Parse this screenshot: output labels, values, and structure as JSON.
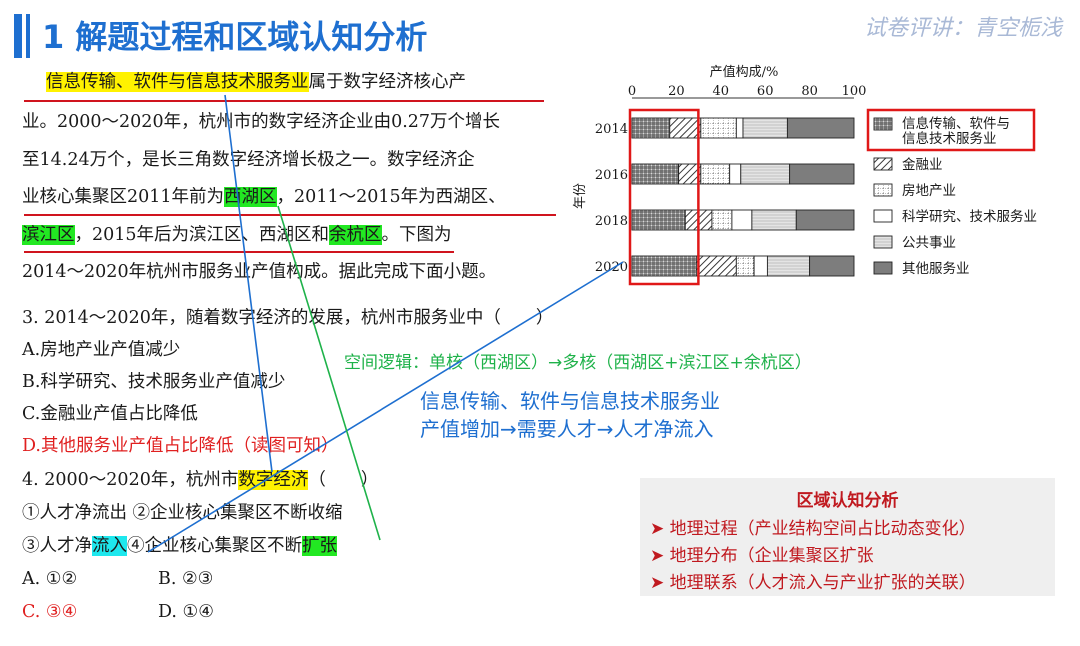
{
  "header": {
    "title": "1 解题过程和区域认知分析",
    "watermark": "试卷评讲：青空栀浅"
  },
  "passage": {
    "l1_hl": "信息传输、软件与信息技术服务业",
    "l1_rest": "属于数字经济核心产",
    "l2": "业。2000～2020年，杭州市的数字经济企业由0.27万个增长",
    "l3": "至14.24万个，是长三角数字经济增长极之一。数字经济企",
    "l4_a": "业核心集聚区2011年前为",
    "l4_hl": "西湖区",
    "l4_b": "，2011～2015年为西湖区、",
    "l5_hl1": "滨江区",
    "l5_a": "，2015年后为滨江区、西湖区和",
    "l5_hl2": "余杭区",
    "l5_b": "。下图为",
    "l6": "2014～2020年杭州市服务业产值构成。据此完成下面小题。"
  },
  "q3": {
    "stem": "3. 2014～2020年，随着数字经济的发展，杭州市服务业中（　　）",
    "a": "A.房地产业产值减少",
    "b": "B.科学研究、技术服务业产值减少",
    "c": "C.金融业产值占比降低",
    "d": "D.其他服务业产值占比降低（读图可知）"
  },
  "q4": {
    "stem_a": "4. 2000～2020年，杭州市",
    "stem_hl": "数字经济",
    "stem_b": "（　　）",
    "opt1": "①人才净流出 ②企业核心集聚区不断收缩",
    "opt2_a": "③人才净",
    "opt2_hl1": "流入",
    "opt2_b": "④企业核心集聚区不断",
    "opt2_hl2": "扩张",
    "ans_a": "A. ①②",
    "ans_b": "B. ②③",
    "ans_c": "C. ③④",
    "ans_d": "D. ①④"
  },
  "notes": {
    "spatial": "空间逻辑：单核（西湖区）→多核（西湖区+滨江区+余杭区）",
    "chain1": "信息传输、软件与信息技术服务业",
    "chain2": "产值增加→需要人才→人才净流入"
  },
  "analysis_box": {
    "title": "区域认知分析",
    "items": [
      "地理过程（产业结构空间占比动态变化）",
      "地理分布（企业集聚区扩张",
      "地理联系（人才流入与产业扩张的关联）"
    ]
  },
  "chart_data": {
    "type": "bar",
    "orientation": "horizontal-stacked",
    "title": "产值构成/%",
    "xlabel": "产值构成/%",
    "ylabel": "年份",
    "xlim": [
      0,
      100
    ],
    "xticks": [
      "0",
      "20",
      "40",
      "60",
      "80",
      "100"
    ],
    "categories": [
      "2014",
      "2016",
      "2018",
      "2020"
    ],
    "series": [
      {
        "name": "信息传输、软件与信息技术服务业",
        "values": [
          17,
          21,
          24,
          29
        ],
        "pattern": "grid-dark"
      },
      {
        "name": "金融业",
        "values": [
          14,
          10,
          12,
          18
        ],
        "pattern": "hatch"
      },
      {
        "name": "房地产业",
        "values": [
          16,
          13,
          9,
          8
        ],
        "pattern": "grid-light"
      },
      {
        "name": "科学研究、技术服务业",
        "values": [
          3,
          5,
          9,
          6
        ],
        "pattern": "white"
      },
      {
        "name": "公共事业",
        "values": [
          20,
          22,
          20,
          19
        ],
        "pattern": "stripe-gray"
      },
      {
        "name": "其他服务业",
        "values": [
          30,
          29,
          26,
          20
        ],
        "pattern": "dark-gray"
      }
    ],
    "highlight": "信息传输、软件与信息技术服务业"
  }
}
